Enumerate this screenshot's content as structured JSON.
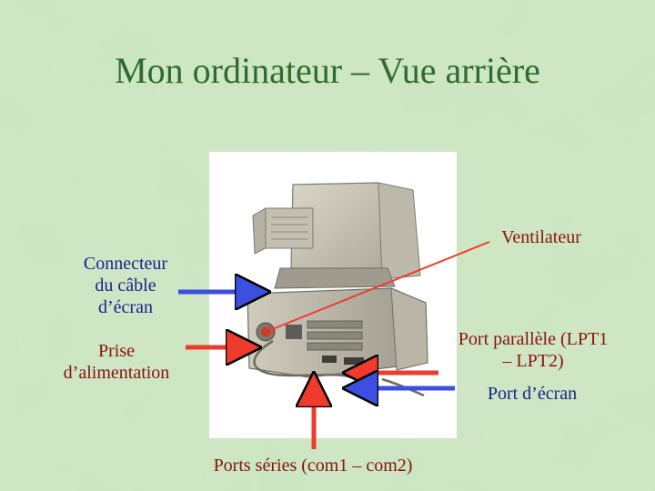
{
  "slide": {
    "title": "Mon ordinateur – Vue arrière",
    "colors": {
      "background": "#cfe6c4",
      "title": "#2f6b2c",
      "red_label": "#8a1010",
      "blue_label": "#1a2390",
      "red_arrow": "#ef3b2c",
      "blue_arrow": "#3d4fe0"
    }
  },
  "labels": {
    "connecteur": [
      "Connecteur",
      "du câble",
      "d’écran"
    ],
    "prise": [
      "Prise",
      "d’alimentation"
    ],
    "ventilateur": "Ventilateur",
    "port_parallele": [
      "Port parallèle (LPT1",
      "– LPT2)"
    ],
    "port_ecran": "Port d’écran",
    "ports_series": "Ports séries (com1 – com2)"
  }
}
